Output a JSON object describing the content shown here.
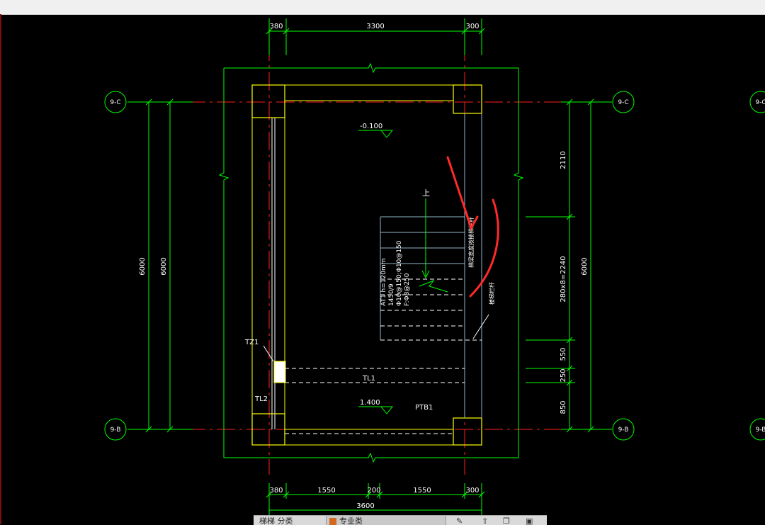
{
  "dims": {
    "top_left": "380",
    "top_mid": "3300",
    "top_right": "300",
    "bottom_1": "380",
    "bottom_2": "1550",
    "bottom_3": "200",
    "bottom_4": "1550",
    "bottom_5": "300",
    "bottom_total": "3600",
    "left_outer": "6000",
    "left_inner": "6000",
    "right_1": "2110",
    "right_2": "280x8=2240",
    "right_3": "550",
    "right_4": "250",
    "right_5": "850",
    "right_total": "6000"
  },
  "axes": {
    "left_c": "9-C",
    "left_b": "9-B",
    "right_c": "9-C",
    "right_b": "9-B",
    "edge_c": "9-C",
    "edge_b": "9-B"
  },
  "levels": {
    "top": "-0.100",
    "bottom": "1.400"
  },
  "labels": {
    "up_arrow": "上",
    "tz1": "TZ1",
    "tl1": "TL1",
    "tl2": "TL2",
    "ptb1": "PTB1",
    "slab_1": "AT1 h=120mm",
    "slab_2": "1450/9",
    "slab_3": "Φ10@150;Φ10@150",
    "slab_4": "F:Φ8@250",
    "note_1": "梯梁宽度按楼梯栏杆",
    "note_2": "楼梯栏杆"
  },
  "toolbar": {
    "tab1": "梯梯 分类",
    "tab2": "专业类"
  },
  "colors": {
    "dim_green": "#00ff00",
    "red_axis": "#ff2020",
    "column_yellow": "#ffff00",
    "stair_blue": "#8fb3c8",
    "annotation_red": "#ff2a2a"
  }
}
